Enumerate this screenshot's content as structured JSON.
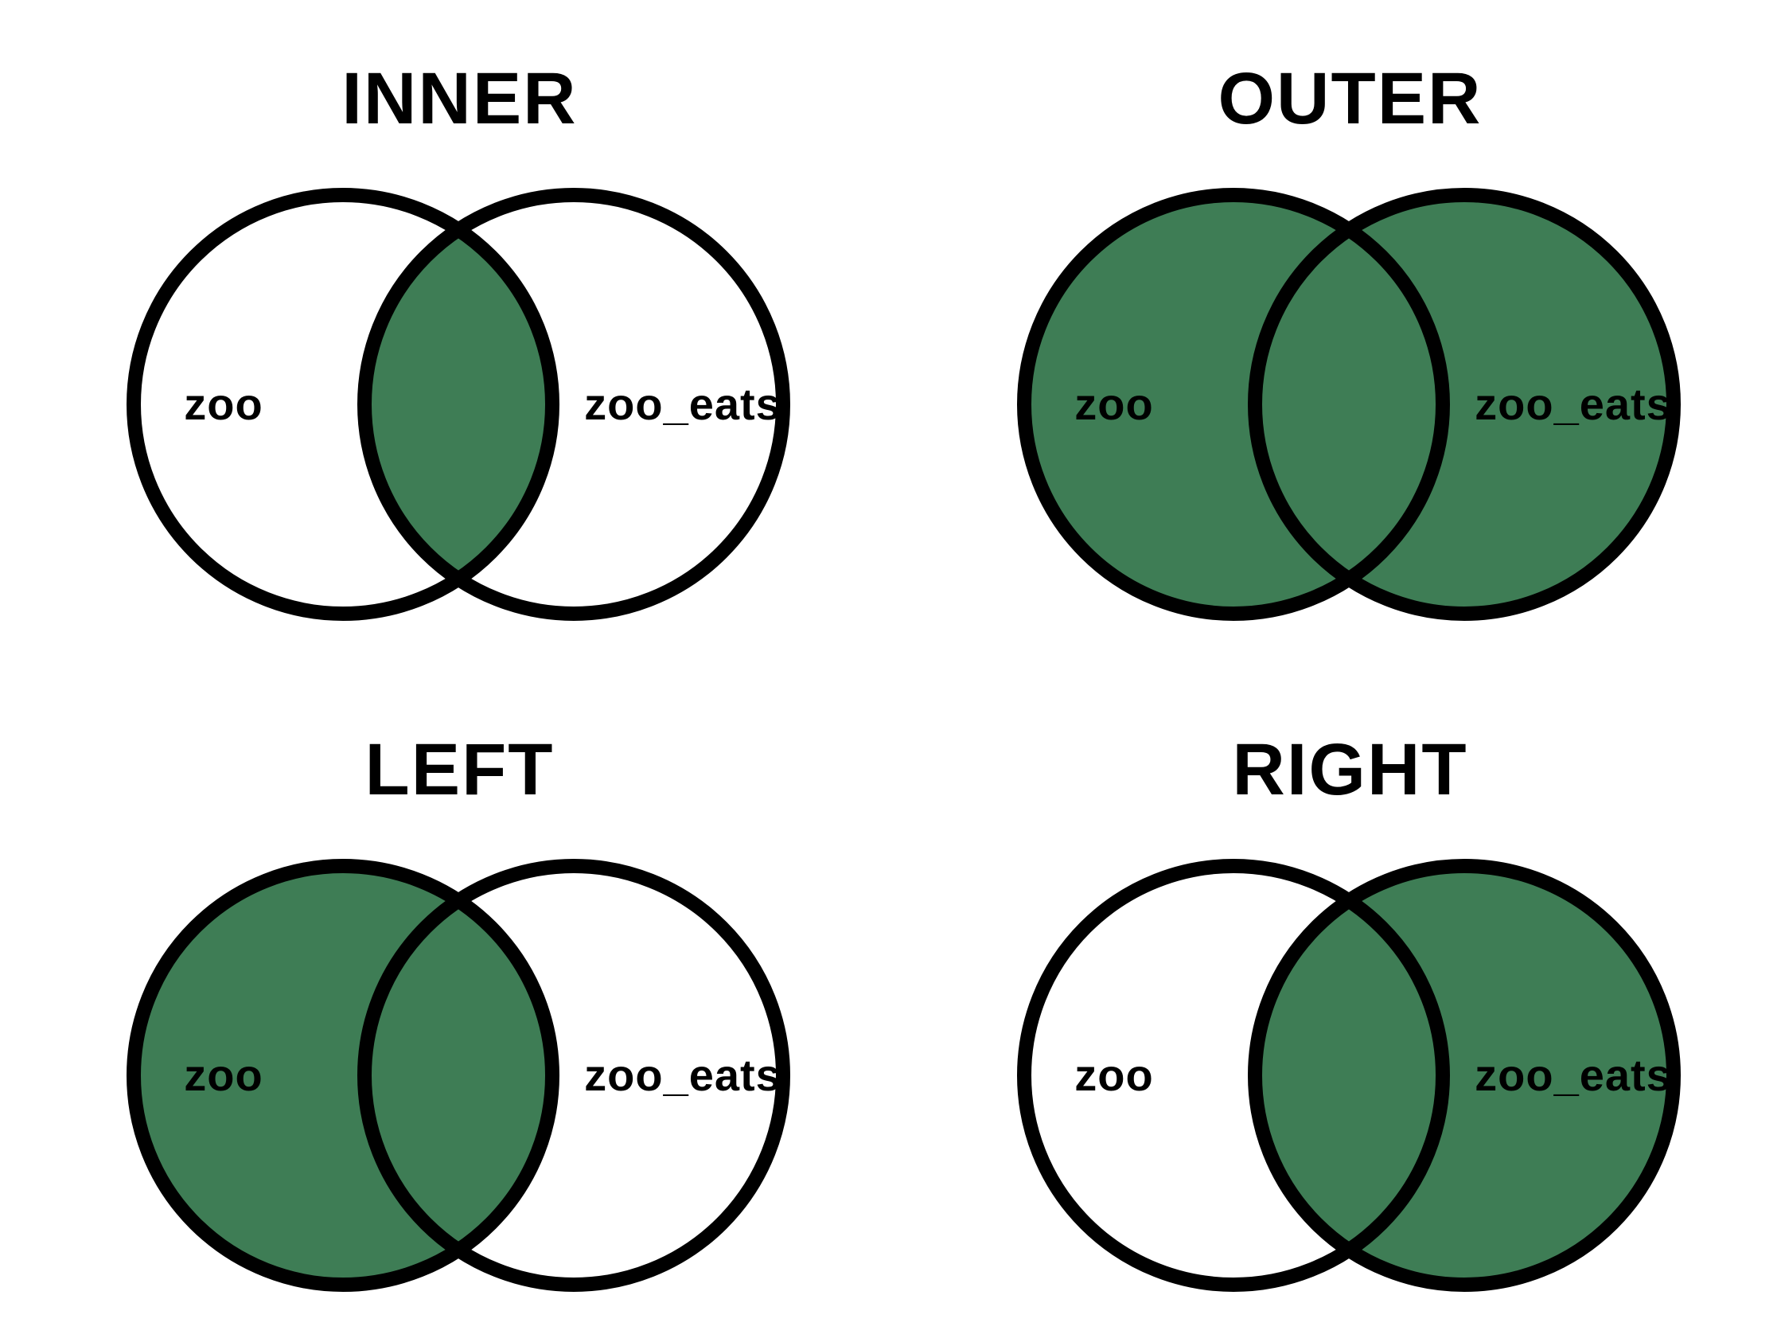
{
  "colors": {
    "background": "#ffffff",
    "shaded_region_green": "#3e7d55",
    "circle_outline": "#000000",
    "label_text": "#000000",
    "title_text": "#000000"
  },
  "diagrams": [
    {
      "title": "INNER",
      "left_label": "zoo",
      "right_label": "zoo_eats",
      "shaded": "intersection"
    },
    {
      "title": "OUTER",
      "left_label": "zoo",
      "right_label": "zoo_eats",
      "shaded": "both"
    },
    {
      "title": "LEFT",
      "left_label": "zoo",
      "right_label": "zoo_eats",
      "shaded": "left"
    },
    {
      "title": "RIGHT",
      "left_label": "zoo",
      "right_label": "zoo_eats",
      "shaded": "right"
    }
  ]
}
